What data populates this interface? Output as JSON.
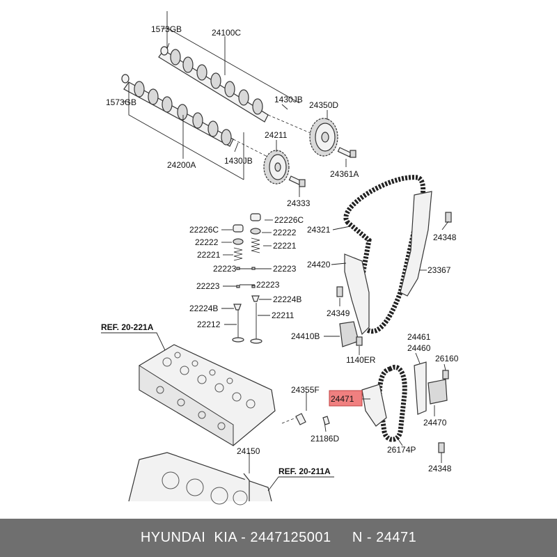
{
  "callouts": {
    "c1573gb_top": "1573GB",
    "c24100c": "24100C",
    "c1430jb_top": "1430JB",
    "c24350d": "24350D",
    "c1573gb_mid": "1573GB",
    "c24211": "24211",
    "c24200a": "24200A",
    "c1430jb_bot": "1430JB",
    "c24361a": "24361A",
    "c24333": "24333",
    "c22226c_r": "22226C",
    "c22226c_l": "22226C",
    "c22222_r": "22222",
    "c22222_l": "22222",
    "c22221_r": "22221",
    "c22221_l": "22221",
    "c22223_a": "22223",
    "c22223_b": "22223",
    "c22223_c": "22223",
    "c22223_d": "22223",
    "c22224b_l": "22224B",
    "c22224b_r": "22224B",
    "c22212": "22212",
    "c22211": "22211",
    "c24321": "24321",
    "c24348_top": "24348",
    "c24420": "24420",
    "c23367": "23367",
    "c24349": "24349",
    "c24410b": "24410B",
    "c1140er": "1140ER",
    "c24461": "24461",
    "c24460": "24460",
    "c26160": "26160",
    "c24355f": "24355F",
    "c24471": "24471",
    "c24470": "24470",
    "c21186d": "21186D",
    "c26174p": "26174P",
    "c24348_bot": "24348",
    "c24150": "24150"
  },
  "refs": {
    "ref_head": "REF. 20-221A",
    "ref_block": "REF. 20-211A"
  },
  "highlight": {
    "color": "#f08080"
  },
  "footer": {
    "caption": "HYUNDAI  KIA - 2447125001     N - 24471"
  }
}
